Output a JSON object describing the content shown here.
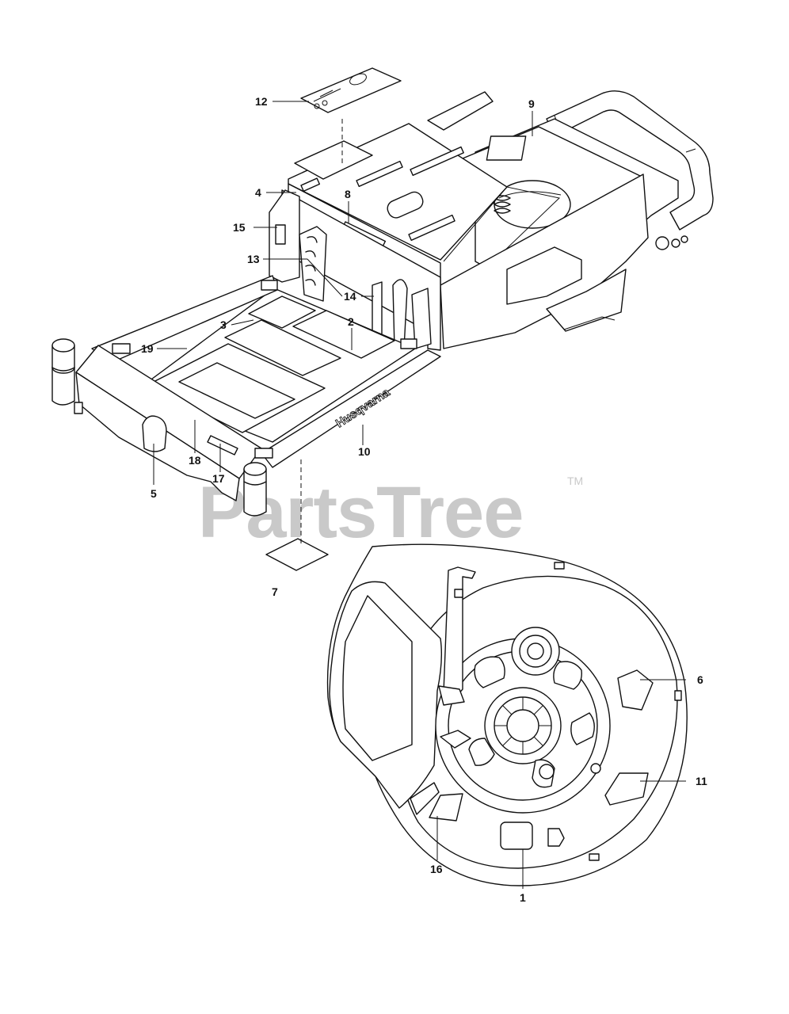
{
  "watermark": {
    "text": "PartsTree",
    "trademark": "TM"
  },
  "brand_mark": "Husqvarna",
  "callouts": [
    {
      "id": "12",
      "label": "12"
    },
    {
      "id": "9",
      "label": "9"
    },
    {
      "id": "4",
      "label": "4"
    },
    {
      "id": "8",
      "label": "8"
    },
    {
      "id": "15",
      "label": "15"
    },
    {
      "id": "13",
      "label": "13"
    },
    {
      "id": "14",
      "label": "14"
    },
    {
      "id": "3",
      "label": "3"
    },
    {
      "id": "2",
      "label": "2"
    },
    {
      "id": "19",
      "label": "19"
    },
    {
      "id": "10",
      "label": "10"
    },
    {
      "id": "18",
      "label": "18"
    },
    {
      "id": "17",
      "label": "17"
    },
    {
      "id": "5",
      "label": "5"
    },
    {
      "id": "7",
      "label": "7"
    },
    {
      "id": "6",
      "label": "6"
    },
    {
      "id": "11",
      "label": "11"
    },
    {
      "id": "16",
      "label": "16"
    },
    {
      "id": "1",
      "label": "1"
    }
  ]
}
